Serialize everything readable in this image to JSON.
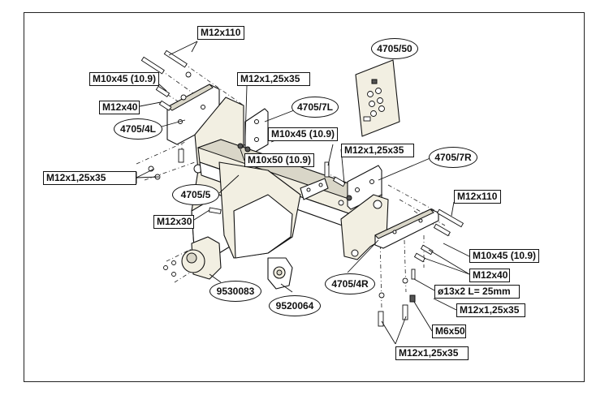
{
  "labels": {
    "top_bolt": "M12x110",
    "left_bolt_m10x45": "M10x45 (10.9)",
    "left_bolt_m12x40": "M12x40",
    "left_bolt_m12x125x35": "M12x1,25x35",
    "center_nut_m12x125x35": "M12x1,25x35",
    "m10x45_center": "M10x45 (10.9)",
    "m10x50": "M10x50 (10.9)",
    "m12x125x35_right": "M12x1,25x35",
    "m12x30": "M12x30",
    "right_m12x110": "M12x110",
    "right_m10x45": "M10x45 (10.9)",
    "right_m12x40": "M12x40",
    "pin": "ø13x2 L= 25mm",
    "right_m12x125x35": "M12x1,25x35",
    "m6x50": "M6x50",
    "bottom_m12x125x35": "M12x1,25x35"
  },
  "parts": {
    "kit": "4705/50",
    "bracket_left": "4705/4L",
    "plate_left": "4705/7L",
    "crossbar": "4705/5",
    "plate_right": "4705/7R",
    "bracket_right": "4705/4R",
    "ball": "9530083",
    "socket": "9520064"
  }
}
